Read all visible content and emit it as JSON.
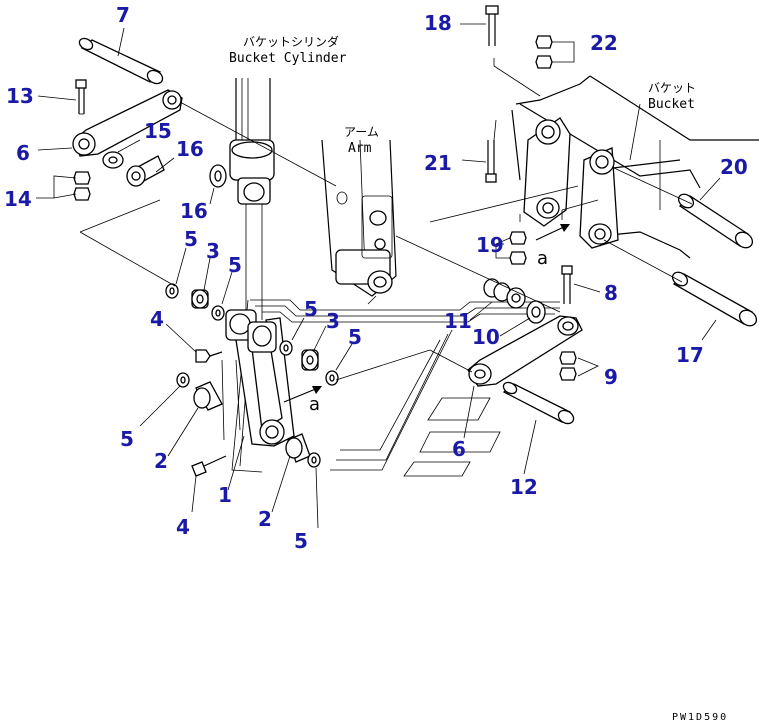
{
  "labels": {
    "bucket_cylinder_jp": "バケットシリンダ",
    "bucket_cylinder_en": "Bucket Cylinder",
    "arm_jp": "アーム",
    "arm_en": "Arm",
    "bucket_jp": "バケット",
    "bucket_en": "Bucket",
    "ref_a1": "a",
    "ref_a2": "a",
    "drawing_code": "PW1D590"
  },
  "callouts": [
    "7",
    "13",
    "6",
    "15",
    "16",
    "14",
    "16",
    "5",
    "3",
    "5",
    "4",
    "5",
    "3",
    "5",
    "5",
    "2",
    "1",
    "4",
    "2",
    "5",
    "18",
    "22",
    "21",
    "19",
    "20",
    "8",
    "11",
    "10",
    "9",
    "17",
    "6",
    "12"
  ],
  "colors": {
    "callout": "#1a1aa6",
    "line": "#000000"
  }
}
